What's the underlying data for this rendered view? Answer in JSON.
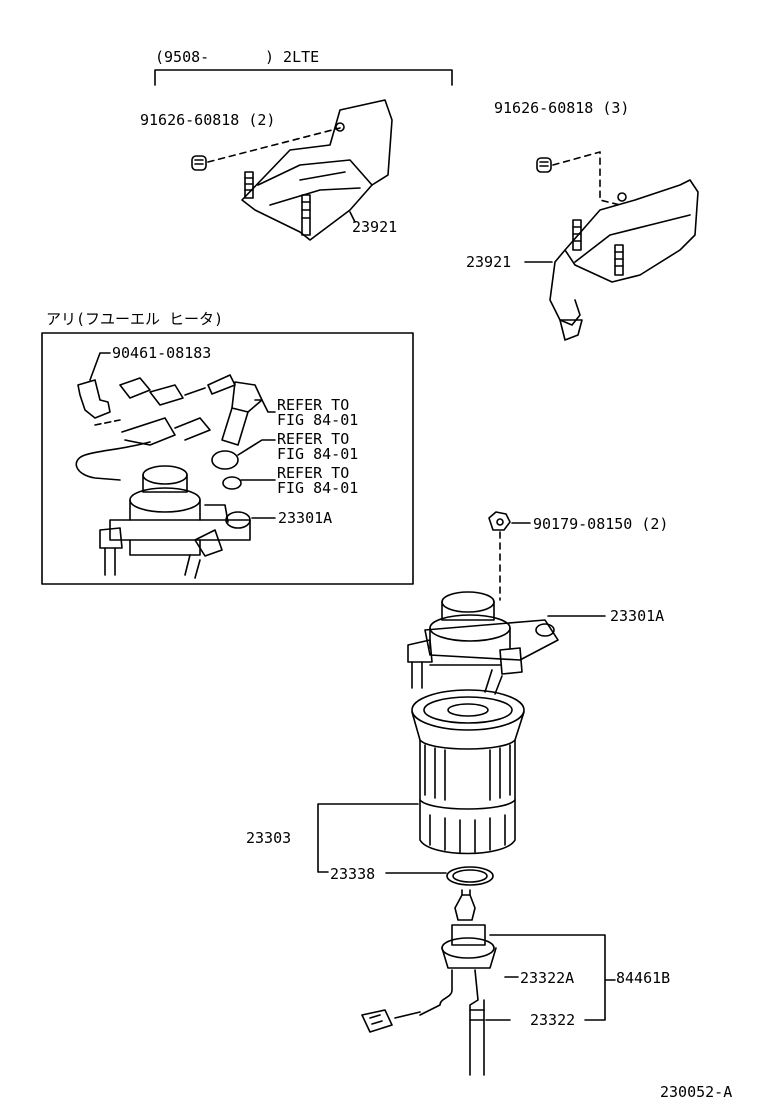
{
  "top_group": {
    "bracket_label_open": "(9508-",
    "bracket_label_close": ") 2LTE"
  },
  "variant_box": {
    "title": "アリ(フユーエル ヒータ)"
  },
  "labels": {
    "bolt_left": "91626-60818 (2)",
    "bolt_right": "91626-60818 (3)",
    "bracket_left": "23921",
    "bracket_right": "23921",
    "clamp": "90461-08183",
    "refer_1": "REFER TO",
    "refer_1b": "FIG 84-01",
    "refer_2": "REFER TO",
    "refer_2b": "FIG 84-01",
    "refer_3": "REFER TO",
    "refer_3b": "FIG 84-01",
    "filter_head_variant": "23301A",
    "nut": "90179-08150 (2)",
    "filter_head": "23301A",
    "filter_element": "23303",
    "gasket": "23338",
    "sensor_a": "23322A",
    "sensor_set": "84461B",
    "sensor": "23322",
    "figure_id": "230052-A"
  }
}
